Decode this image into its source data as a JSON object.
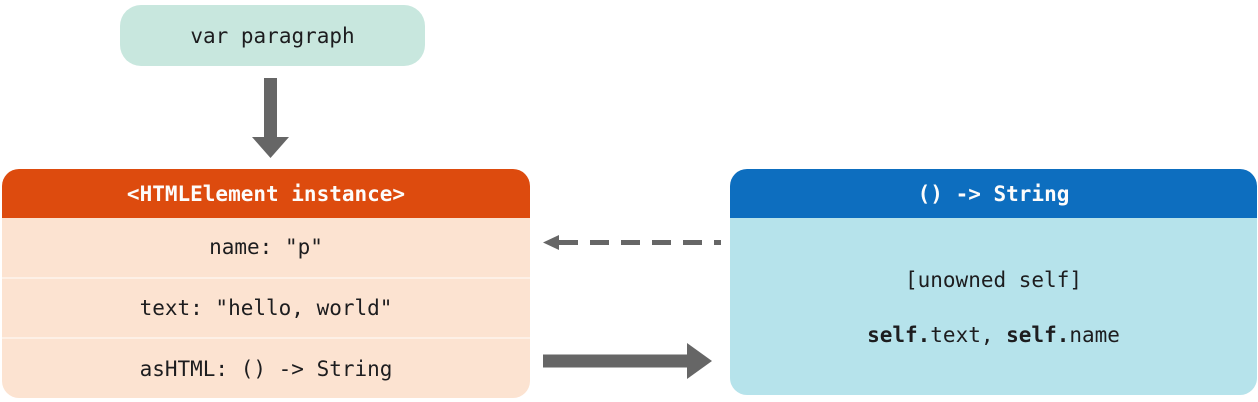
{
  "variable_pill": {
    "label": "var paragraph"
  },
  "instance_box": {
    "title": "<HTMLElement instance>",
    "rows": [
      "name: \"p\"",
      "text: \"hello, world\"",
      "asHTML: () -> String"
    ]
  },
  "closure_box": {
    "title": "() -> String",
    "capture_list": "[unowned self]",
    "body_segments": [
      {
        "text": "self.",
        "bold": true
      },
      {
        "text": "text, ",
        "bold": false
      },
      {
        "text": "self.",
        "bold": true
      },
      {
        "text": "name",
        "bold": false
      }
    ]
  },
  "colors": {
    "pill_bg": "#c8e7de",
    "instance_header_bg": "#dd4b0e",
    "instance_body_bg": "#fce3d1",
    "instance_row_divider": "#fdf0e6",
    "closure_header_bg": "#0d6ebf",
    "closure_body_bg": "#b6e3eb",
    "arrow_gray": "#666666",
    "header_text": "#fdfcfb",
    "body_text": "#1d1d1f",
    "canvas_bg": "#ffffff"
  }
}
